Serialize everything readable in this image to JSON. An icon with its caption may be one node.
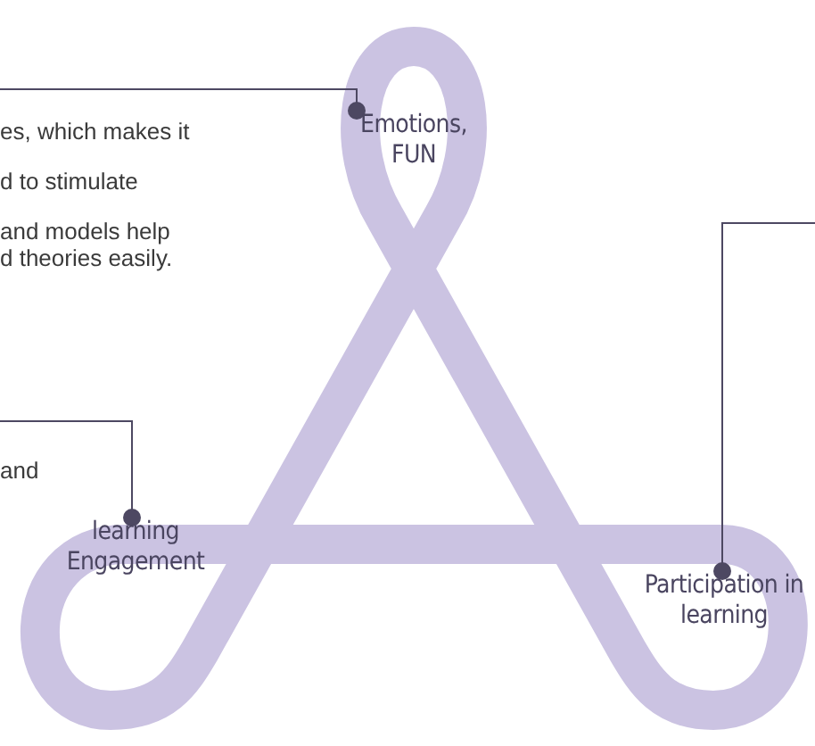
{
  "diagram": {
    "nodes": [
      {
        "text": [
          "Emotions, FUN"
        ]
      },
      {
        "text": [
          "learning Engagement"
        ]
      },
      {
        "text": [
          "Participation in learning"
        ]
      }
    ],
    "edges": [
      {
        "from": null,
        "to": 0,
        "arrow": "other"
      },
      {
        "from": null,
        "to": 1,
        "arrow": "other"
      },
      {
        "from": null,
        "to": 2,
        "arrow": "other"
      }
    ],
    "labels": [
      "es, which makes it",
      "d to stimulate",
      "and models help d theories easily.",
      "and"
    ]
  }
}
